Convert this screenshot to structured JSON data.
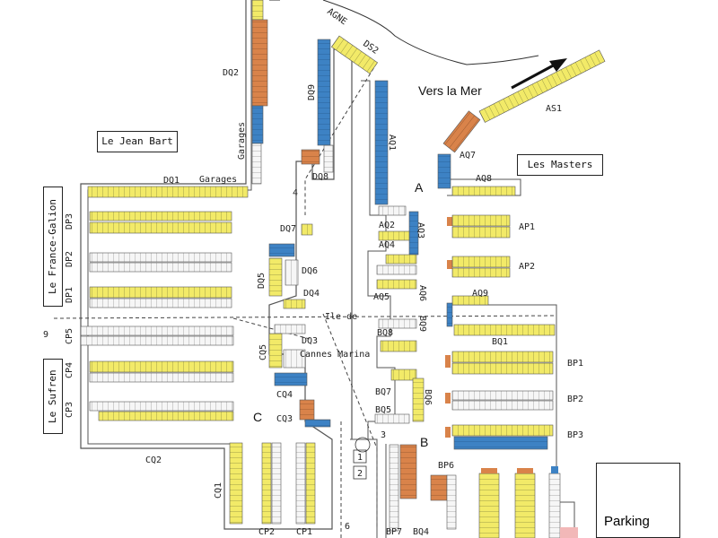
{
  "labels": {
    "road_top": "AGNE",
    "sea_dir": "Vers la Mer",
    "isle_1": "Ile de",
    "isle_2": "Cannes Marina",
    "zone_a": "A",
    "zone_b": "B",
    "zone_c": "C",
    "garages_1": "Garages",
    "garages_2": "Garages",
    "num_4": "4",
    "num_9": "9",
    "num_3": "3",
    "num_1": "1",
    "num_2": "2",
    "num_6": "6",
    "pontoons": [
      "DQ2",
      "DS2",
      "DQ9",
      "AQ1",
      "AS1",
      "AQ7",
      "AQ8",
      "DQ8",
      "DQ1",
      "DP3",
      "DP2",
      "DP1",
      "DQ7",
      "DQ6",
      "DQ5",
      "DQ4",
      "DQ3",
      "AQ2",
      "AQ3",
      "AQ4",
      "AQ5",
      "AQ6",
      "AQ9",
      "AP1",
      "AP2",
      "BQ8",
      "BQ9",
      "BQ1",
      "CP5",
      "CP4",
      "CP3",
      "CQ5",
      "CQ4",
      "CQ3",
      "BQ7",
      "BQ6",
      "BQ5",
      "BP1",
      "BP2",
      "BP3",
      "BP6",
      "CQ2",
      "CQ1",
      "CP2",
      "CP1",
      "BP7",
      "BQ4"
    ]
  },
  "buildings": {
    "jean_bart": "Le Jean Bart",
    "masters": "Les Masters",
    "france_galion": "Le France-Galion",
    "sufren": "Le Sufren"
  },
  "parking": "Parking",
  "colors": {
    "berth_yellow": "#f2ea68",
    "berth_orange": "#d9834a",
    "berth_blue": "#3d82c4",
    "berth_grey": "#f4f4f4",
    "outline": "#555555"
  }
}
